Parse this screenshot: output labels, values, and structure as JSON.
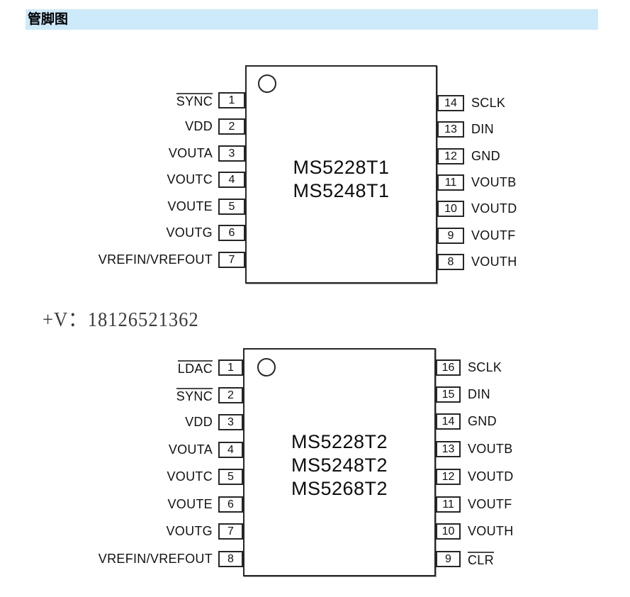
{
  "header": {
    "title": "管脚图",
    "bg_color": "#cdeafb"
  },
  "watermark": {
    "text": "+V：18126521362"
  },
  "colors": {
    "line": "#262626",
    "header_bg": "#cdeafb",
    "watermark_text": "#3c3c3c"
  },
  "chips": [
    {
      "names": [
        "MS5228T1",
        "MS5248T1"
      ],
      "left_pins": [
        {
          "num": "1",
          "label": "SYNC"
        },
        {
          "num": "2",
          "label": "VDD"
        },
        {
          "num": "3",
          "label": "VOUTA"
        },
        {
          "num": "4",
          "label": "VOUTC"
        },
        {
          "num": "5",
          "label": "VOUTE"
        },
        {
          "num": "6",
          "label": "VOUTG"
        },
        {
          "num": "7",
          "label": "VREFIN/VREFOUT"
        }
      ],
      "right_pins": [
        {
          "num": "14",
          "label": "SCLK"
        },
        {
          "num": "13",
          "label": "DIN"
        },
        {
          "num": "12",
          "label": "GND"
        },
        {
          "num": "11",
          "label": "VOUTB"
        },
        {
          "num": "10",
          "label": "VOUTD"
        },
        {
          "num": "9",
          "label": "VOUTF"
        },
        {
          "num": "8",
          "label": "VOUTH"
        }
      ]
    },
    {
      "names": [
        "MS5228T2",
        "MS5248T2",
        "MS5268T2"
      ],
      "left_pins": [
        {
          "num": "1",
          "label": "LDAC"
        },
        {
          "num": "2",
          "label": "SYNC"
        },
        {
          "num": "3",
          "label": "VDD"
        },
        {
          "num": "4",
          "label": "VOUTA"
        },
        {
          "num": "5",
          "label": "VOUTC"
        },
        {
          "num": "6",
          "label": "VOUTE"
        },
        {
          "num": "7",
          "label": "VOUTG"
        },
        {
          "num": "8",
          "label": "VREFIN/VREFOUT"
        }
      ],
      "right_pins": [
        {
          "num": "16",
          "label": "SCLK"
        },
        {
          "num": "15",
          "label": "DIN"
        },
        {
          "num": "14",
          "label": "GND"
        },
        {
          "num": "13",
          "label": "VOUTB"
        },
        {
          "num": "12",
          "label": "VOUTD"
        },
        {
          "num": "11",
          "label": "VOUTF"
        },
        {
          "num": "10",
          "label": "VOUTH"
        },
        {
          "num": "9",
          "label": "CLR"
        }
      ]
    }
  ]
}
